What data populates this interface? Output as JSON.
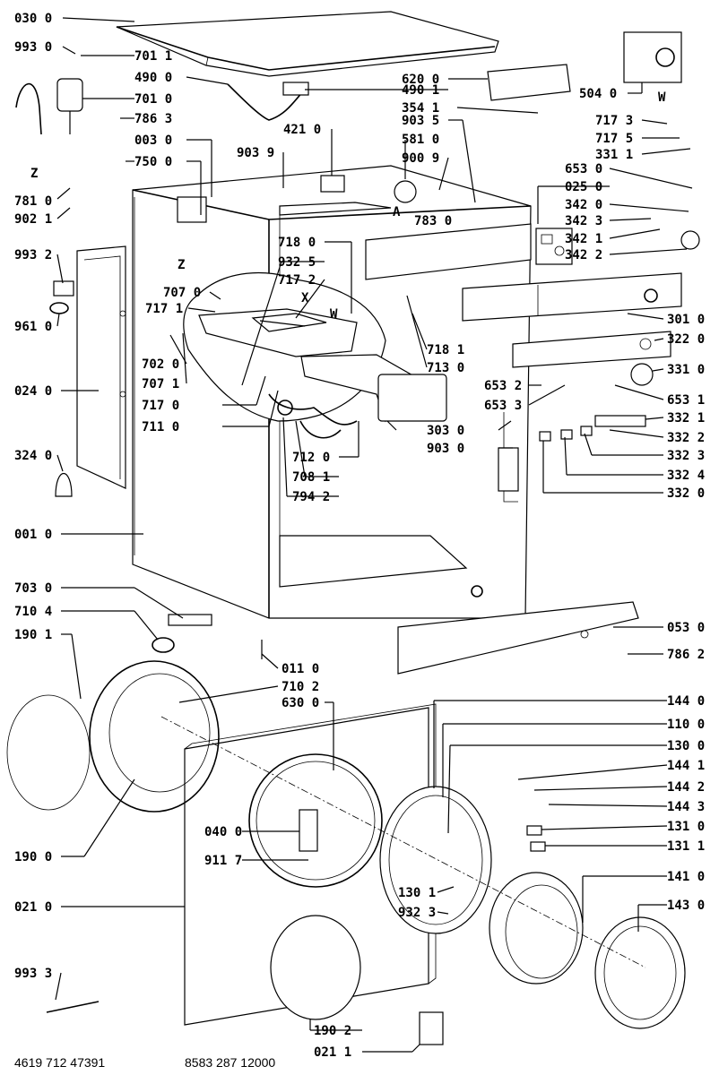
{
  "labels": {
    "l030_0": "030 0",
    "l993_0": "993 0",
    "l701_1": "701 1",
    "l490_0": "490 0",
    "l701_0": "701 0",
    "l786_3": "786 3",
    "l003_0": "003 0",
    "l750_0": "750 0",
    "l781_0": "781 0",
    "l902_1": "902 1",
    "l993_2": "993 2",
    "l961_0": "961 0",
    "l024_0": "024 0",
    "l324_0": "324 0",
    "l001_0": "001 0",
    "l703_0": "703 0",
    "l710_4": "710 4",
    "l190_1": "190 1",
    "l190_0": "190 0",
    "l021_0": "021 0",
    "l993_3": "993 3",
    "l421_0": "421 0",
    "l903_9": "903 9",
    "l620_0": "620 0",
    "l490_1": "490 1",
    "l354_1": "354 1",
    "l903_5": "903 5",
    "l581_0": "581 0",
    "l900_9": "900 9",
    "l783_0": "783 0",
    "lA": "A",
    "l504_0": "504 0",
    "lW1": "W",
    "l717_3": "717 3",
    "l717_5": "717 5",
    "l331_1": "331 1",
    "l653_0": "653 0",
    "l025_0": "025 0",
    "l342_0": "342 0",
    "l342_3": "342 3",
    "l342_1": "342 1",
    "l342_2": "342 2",
    "l718_0": "718 0",
    "l932_5": "932 5",
    "l717_2": "717 2",
    "l707_0": "707 0",
    "l717_1": "717 1",
    "lX": "X",
    "lW2": "W",
    "l702_0": "702 0",
    "l707_1": "707 1",
    "l717_0": "717 0",
    "l711_0": "711 0",
    "l712_0": "712 0",
    "l708_1": "708 1",
    "l794_2": "794 2",
    "l718_1": "718 1",
    "l713_0": "713 0",
    "l653_2": "653 2",
    "l653_3": "653 3",
    "l303_0": "303 0",
    "l903_0": "903 0",
    "l301_0": "301 0",
    "l322_0": "322 0",
    "l331_0": "331 0",
    "l653_1": "653 1",
    "l332_1": "332 1",
    "l332_2": "332 2",
    "l332_3": "332 3",
    "l332_4": "332 4",
    "l332_0": "332 0",
    "l053_0": "053 0",
    "l786_2": "786 2",
    "l011_0": "011 0",
    "l710_2": "710 2",
    "l630_0": "630 0",
    "l144_0": "144 0",
    "l110_0": "110 0",
    "l130_0": "130 0",
    "l144_1": "144 1",
    "l144_2": "144 2",
    "l144_3": "144 3",
    "l131_0": "131 0",
    "l131_1": "131 1",
    "l141_0": "141 0",
    "l143_0": "143 0",
    "l040_0": "040 0",
    "l911_7": "911 7",
    "l130_1": "130 1",
    "l932_3": "932 3",
    "l190_2": "190 2",
    "l021_1": "021 1",
    "lZ1": "Z",
    "lZ2": "Z"
  },
  "footer": {
    "left_code": "4619 712 47391",
    "right_code": "8583 287 12000"
  }
}
